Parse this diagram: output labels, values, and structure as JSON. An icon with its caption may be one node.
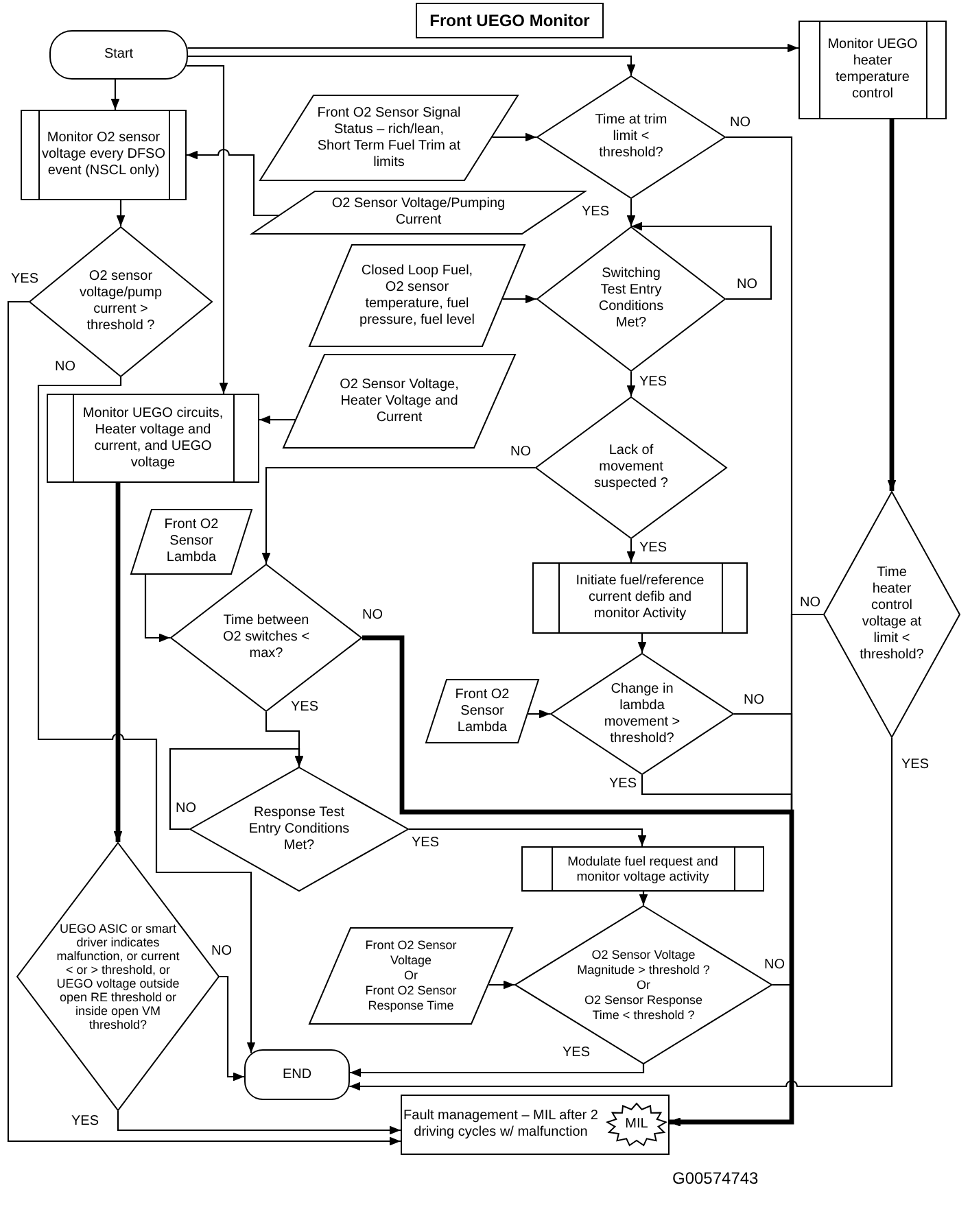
{
  "diagram": {
    "title": "Front UEGO Monitor",
    "nodes": [
      {
        "text": [
          "Start"
        ]
      },
      {
        "text": [
          "Monitor O2 sensor voltage every DFSO event (NSCL only)"
        ]
      },
      {
        "text": [
          "Monitor UEGO heater temperature control"
        ]
      },
      {
        "text": [
          "Front O2 Sensor Signal Status – rich/lean, Short Term Fuel Trim at limits"
        ]
      },
      {
        "text": [
          "Time at trim limit < threshold?"
        ]
      },
      {
        "text": [
          "O2 Sensor Voltage/Pumping Current"
        ]
      },
      {
        "text": [
          "O2 sensor voltage/pump current > threshold ?"
        ]
      },
      {
        "text": [
          "Closed Loop Fuel, O2 sensor temperature, fuel pressure, fuel level"
        ]
      },
      {
        "text": [
          "Switching Test Entry Conditions Met?"
        ]
      },
      {
        "text": [
          "O2 Sensor Voltage, Heater Voltage and Current"
        ]
      },
      {
        "text": [
          "Monitor UEGO circuits, Heater voltage and current, and UEGO voltage"
        ]
      },
      {
        "text": [
          "Lack of movement suspected ?"
        ]
      },
      {
        "text": [
          "Front O2 Sensor Lambda"
        ]
      },
      {
        "text": [
          "Initiate fuel/reference current defib and monitor Activity"
        ]
      },
      {
        "text": [
          "Time between O2 switches < max?"
        ]
      },
      {
        "text": [
          "Time heater control voltage at limit < threshold?"
        ]
      },
      {
        "text": [
          "Front O2 Sensor Lambda"
        ]
      },
      {
        "text": [
          "Change in lambda movement > threshold?"
        ]
      },
      {
        "text": [
          "Response Test Entry Conditions Met?"
        ]
      },
      {
        "text": [
          "Modulate fuel request and monitor voltage activity"
        ]
      },
      {
        "text": [
          "UEGO ASIC or smart driver indicates malfunction, or current < or > threshold, or UEGO voltage outside open RE threshold or inside open VM threshold?"
        ]
      },
      {
        "text": [
          "Front O2 Sensor Voltage",
          "Or",
          "Front O2 Sensor Response Time"
        ]
      },
      {
        "text": [
          "O2 Sensor Voltage Magnitude > threshold ?",
          "Or",
          "O2 Sensor Response Time < threshold ?"
        ]
      },
      {
        "text": [
          "END"
        ]
      },
      {
        "text": [
          "Fault management – MIL after 2 driving cycles w/ malfunction"
        ]
      },
      {
        "text": [
          "MIL"
        ],
        "in": 24
      }
    ],
    "edges": [
      {
        "from": 0,
        "to": 1,
        "arrow": "to"
      },
      {
        "from": 0,
        "to": 2,
        "arrow": "to"
      },
      {
        "from": 0,
        "to": 4,
        "arrow": "to"
      },
      {
        "from": 0,
        "to": 10,
        "arrow": "to"
      },
      {
        "from": 5,
        "to": 1,
        "arrow": "to"
      },
      {
        "from": 3,
        "to": 4,
        "arrow": "to"
      },
      {
        "from": 4,
        "to": 8,
        "arrow": "to",
        "label": "YES"
      },
      {
        "from": 4,
        "to": 24,
        "arrow": "to",
        "label": "NO"
      },
      {
        "from": 1,
        "to": 6,
        "arrow": "to"
      },
      {
        "from": 6,
        "to": 24,
        "arrow": "to",
        "label": "YES"
      },
      {
        "from": 6,
        "to": 23,
        "arrow": "to",
        "label": "NO"
      },
      {
        "from": 7,
        "to": 8,
        "arrow": "to"
      },
      {
        "from": 8,
        "to": 8,
        "arrow": "to",
        "label": "NO"
      },
      {
        "from": 8,
        "to": 11,
        "arrow": "to",
        "label": "YES"
      },
      {
        "from": 9,
        "to": 10,
        "arrow": "to"
      },
      {
        "from": 10,
        "to": 20,
        "arrow": "to",
        "style": "thick"
      },
      {
        "from": 2,
        "to": 15,
        "arrow": "to",
        "style": "thick"
      },
      {
        "from": 11,
        "to": 14,
        "arrow": "to",
        "label": "NO"
      },
      {
        "from": 11,
        "to": 13,
        "arrow": "to",
        "label": "YES"
      },
      {
        "from": 12,
        "to": 14,
        "arrow": "to"
      },
      {
        "from": 13,
        "to": 17,
        "arrow": "to"
      },
      {
        "from": 16,
        "to": 17,
        "arrow": "to"
      },
      {
        "from": 17,
        "to": 24,
        "arrow": "to",
        "label": "NO"
      },
      {
        "from": 17,
        "to": 24,
        "arrow": "to",
        "label": "YES"
      },
      {
        "from": 15,
        "to": 24,
        "arrow": "to",
        "label": "NO"
      },
      {
        "from": 15,
        "to": 23,
        "arrow": "to",
        "label": "YES"
      },
      {
        "from": 14,
        "to": 18,
        "arrow": "to",
        "label": "YES"
      },
      {
        "from": 14,
        "to": 24,
        "arrow": "to",
        "label": "NO",
        "style": "thick"
      },
      {
        "from": 18,
        "to": 18,
        "arrow": "to",
        "label": "NO"
      },
      {
        "from": 18,
        "to": 19,
        "arrow": "to",
        "label": "YES"
      },
      {
        "from": 19,
        "to": 22,
        "arrow": "to"
      },
      {
        "from": 21,
        "to": 22,
        "arrow": "to"
      },
      {
        "from": 22,
        "to": 24,
        "arrow": "to",
        "label": "NO"
      },
      {
        "from": 22,
        "to": 23,
        "arrow": "to",
        "label": "YES"
      },
      {
        "from": 20,
        "to": 23,
        "arrow": "to",
        "label": "NO"
      },
      {
        "from": 20,
        "to": 24,
        "arrow": "to",
        "label": "YES"
      }
    ],
    "labels": [
      "G00574743"
    ]
  }
}
